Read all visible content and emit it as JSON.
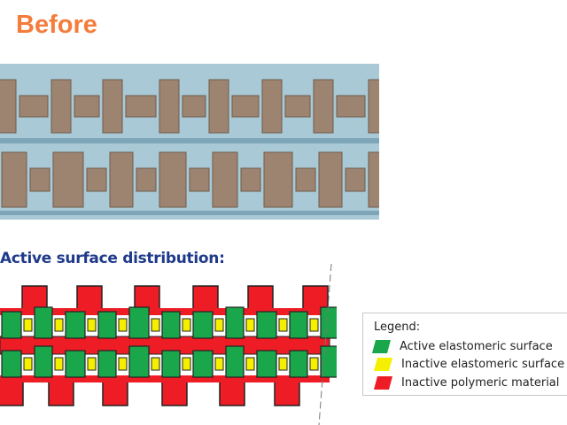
{
  "title": "Before",
  "subtitle": "Active surface distribution:",
  "legend": {
    "heading": "Legend:",
    "items": [
      {
        "label": "Active elastomeric surface",
        "color": "#1aa64a"
      },
      {
        "label": "Inactive elastomeric surface",
        "color": "#f5f000"
      },
      {
        "label": "Inactive polymeric material",
        "color": "#ee1c25"
      }
    ]
  },
  "colors": {
    "title": "#f47c3c",
    "subtitle": "#1f3a8a",
    "belt": "#a9c9d6",
    "tile": "#9c8470"
  }
}
